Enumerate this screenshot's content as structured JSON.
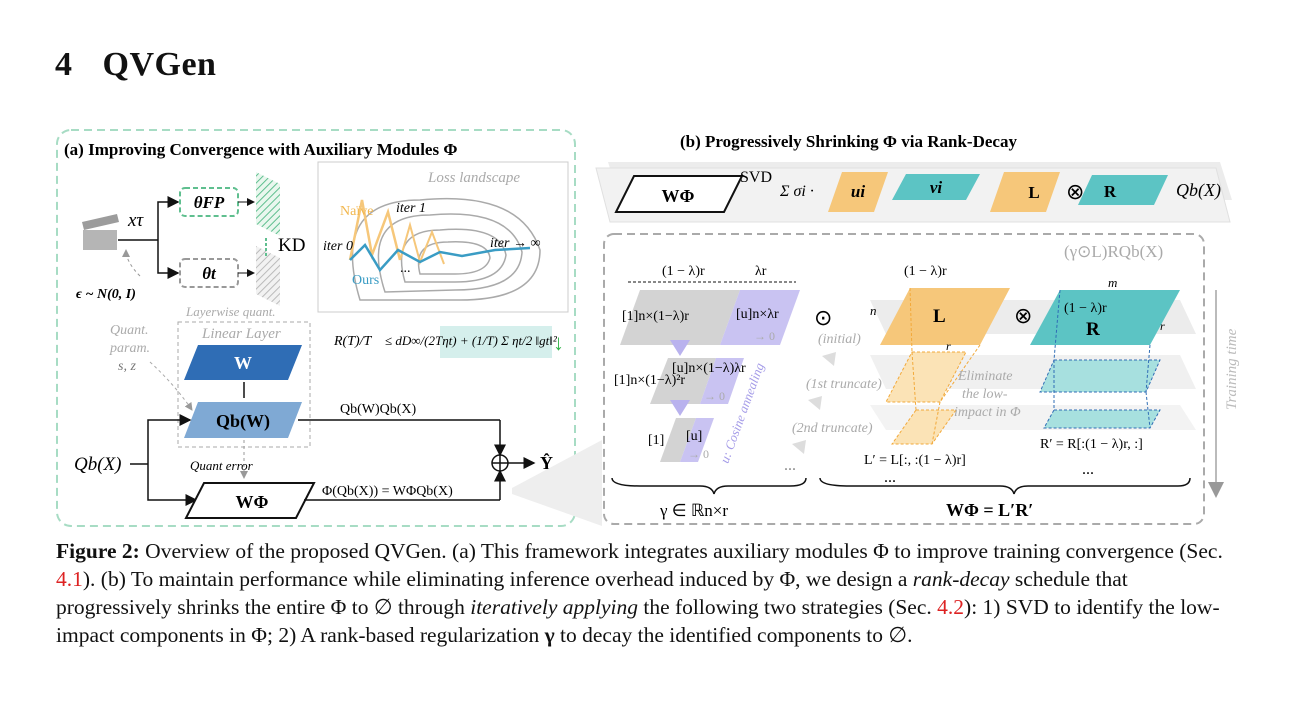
{
  "section": {
    "number": "4",
    "title": "QVGen"
  },
  "panel_a": {
    "title": "(a) Improving Convergence with Auxiliary Modules Φ",
    "x_tau": "xτ",
    "noise": "ϵ ~ N(0, I)",
    "theta_fp": "θFP",
    "theta_t": "θt",
    "kd": "KD",
    "loss_landscape": "Loss landscape",
    "naive": "Naïve",
    "iter1": "iter 1",
    "iter0": "iter 0",
    "iter_inf": "iter → ∞",
    "ours": "Ours",
    "ellipsis": "...",
    "layerwise": "Layerwise quant.",
    "linear_layer": "Linear Layer",
    "w": "W",
    "qbw": "Qb(W)",
    "quant_param_1": "Quant.",
    "quant_param_2": "param.",
    "quant_param_3": "s, z",
    "quant_error": "Quant error",
    "qbx": "Qb(X)",
    "w_phi": "WΦ",
    "top_formula": "Qb(W)Qb(X)",
    "bottom_formula": "Φ(Qb(X)) = WΦQb(X)",
    "output": "Ŷ",
    "bound_lhs": "R(T)/T",
    "bound_rhs": "≤ dD∞/(2Tηt) + (1/T) Σ ηt/2 ‖gt‖²",
    "arrow_down": "↓"
  },
  "panel_b": {
    "title": "(b) Progressively Shrinking Φ via Rank-Decay",
    "w_phi": "WΦ",
    "svd": "SVD",
    "sum": "Σ σi ·",
    "u_i": "ui",
    "v_i": "vi",
    "l": "L",
    "r": "R",
    "otimes": "⊗",
    "qbx": "Qb(X)",
    "gamma_lr": "(γ⊙L)RQb(X)",
    "one_minus_lambda_r": "(1 − λ)r",
    "lambda_r": "λr",
    "block1_a": "[1]n×(1−λ)r",
    "block1_b": "[u]n×λr",
    "block2_a": "[1]n×(1−λ)²r",
    "block2_b": "[u]n×(1−λ)λr",
    "block3_a": "[1]",
    "block3_b": "[u]",
    "to_zero": "→ 0",
    "cosine": "u: Cosine annealing",
    "odot": "⊙",
    "initial": "(initial)",
    "first_truncate": "(1st truncate)",
    "second_truncate": "(2nd truncate)",
    "dots": "...",
    "n": "n",
    "m": "m",
    "r_small": "r",
    "eliminate_1": "Eliminate",
    "eliminate_2": "the low-",
    "eliminate_3": "impact in Φ",
    "l_prime": "L′ = L[:, :(1 − λ)r]",
    "r_prime": "R′ = R[:(1 − λ)r, :]",
    "gamma_space": "γ ∈ ℝn×r",
    "w_phi_eq": "WΦ = L′R′",
    "training_time": "Training time"
  },
  "caption": {
    "label": "Figure 2:",
    "p1": " Overview of the proposed QVGen. (a) This framework integrates auxiliary modules Φ to improve training convergence (Sec. ",
    "ref1": "4.1",
    "p2": "). (b) To maintain performance while eliminating inference overhead induced by Φ, we design a ",
    "em1": "rank-decay",
    "p3": " schedule that progressively shrinks the entire Φ to ∅ through ",
    "em2": "iteratively applying",
    "p4": " the following two strategies (Sec. ",
    "ref2": "4.2",
    "p5": "): 1) SVD to identify the low-impact components in Φ; 2) A rank-based regularization ",
    "gamma": "γ",
    "p6": " to decay the identified components to ∅."
  },
  "colors": {
    "green": "#5fbf8f",
    "blue_dark": "#2f6db5",
    "blue_light": "#7fa9d4",
    "orange": "#f6c77a",
    "teal": "#5cc4c4",
    "purple": "#b9b2ee",
    "gray": "#c8c8c8"
  }
}
